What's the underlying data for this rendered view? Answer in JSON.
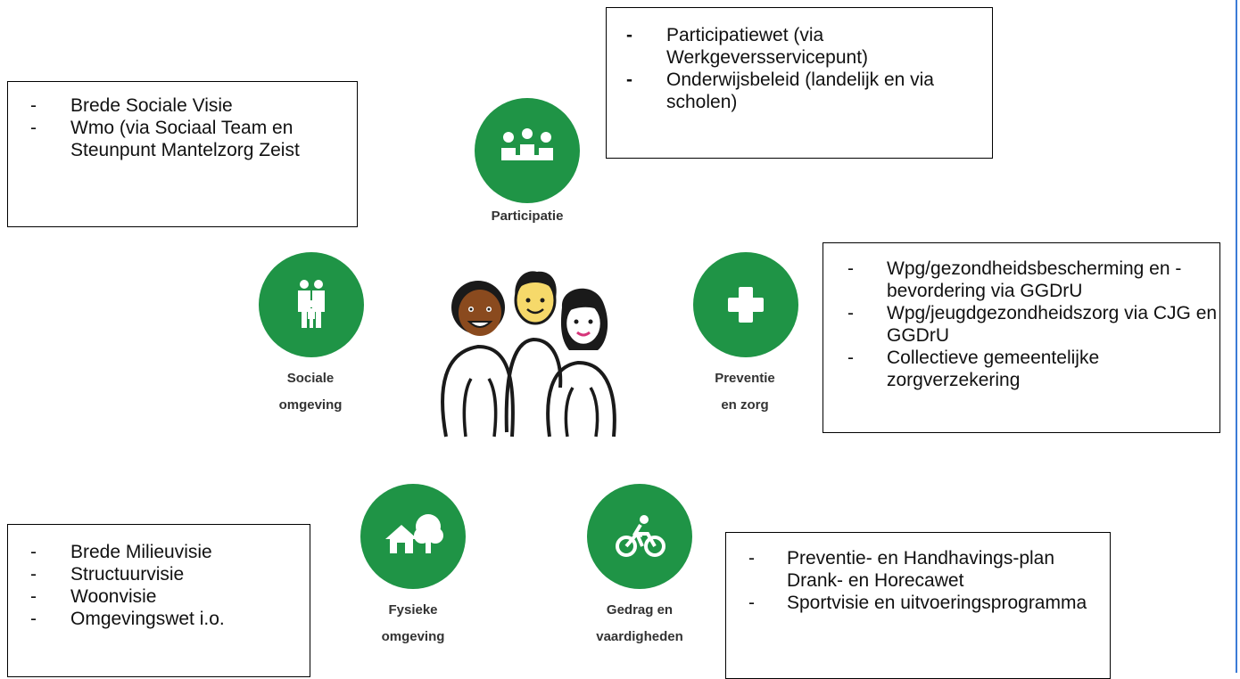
{
  "colors": {
    "green": "#1f9446",
    "border": "#000000",
    "accent_line": "#3b7bd6"
  },
  "boxes": {
    "top_right": {
      "items": [
        "Participatiewet (via Werkgeversservicepunt)",
        "Onderwijsbeleid (landelijk en via scholen)"
      ]
    },
    "top_left": {
      "items": [
        "Brede Sociale Visie",
        "Wmo (via Sociaal Team en Steunpunt Mantelzorg Zeist"
      ]
    },
    "mid_right": {
      "items": [
        "Wpg/gezondheidsbescherming en -bevordering via GGDrU",
        "Wpg/jeugdgezondheidszorg via CJG en GGDrU",
        "Collectieve gemeentelijke zorgverzekering"
      ]
    },
    "bottom_left": {
      "items": [
        "Brede Milieuvisie",
        "Structuurvisie",
        "Woonvisie",
        "Omgevingswet i.o."
      ]
    },
    "bottom_right": {
      "items": [
        "Preventie- en Handhavings-plan Drank- en Horecawet",
        "Sportvisie en uitvoeringsprogramma"
      ]
    }
  },
  "dash": "-",
  "categories": {
    "participatie": {
      "label": "Participatie",
      "icon": "meeting-people-icon"
    },
    "sociale_omgeving": {
      "label_1": "Sociale",
      "label_2": "omgeving",
      "icon": "family-icon"
    },
    "preventie_zorg": {
      "label_1": "Preventie",
      "label_2": "en zorg",
      "icon": "plus-cross-icon"
    },
    "fysieke_omgeving": {
      "label_1": "Fysieke",
      "label_2": "omgeving",
      "icon": "house-tree-icon"
    },
    "gedrag": {
      "label_1": "Gedrag en",
      "label_2": "vaardigheden",
      "icon": "cyclist-icon"
    }
  },
  "center_icon": "three-people-icon"
}
